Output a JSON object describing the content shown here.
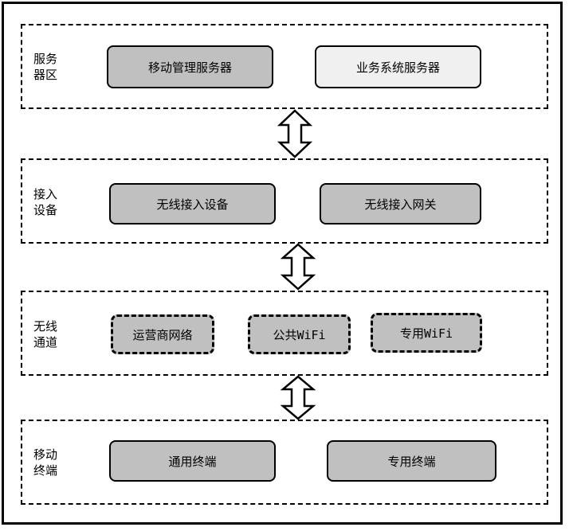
{
  "layers": [
    {
      "label": "服务\n器区",
      "nodes": [
        {
          "label": "移动管理服务器"
        },
        {
          "label": "业务系统服务器"
        }
      ]
    },
    {
      "label": "接入\n设备",
      "nodes": [
        {
          "label": "无线接入设备"
        },
        {
          "label": "无线接入网关"
        }
      ]
    },
    {
      "label": "无线\n通道",
      "nodes": [
        {
          "label": "运营商网络"
        },
        {
          "label": "公共WiFi"
        },
        {
          "label": "专用WiFi"
        }
      ]
    },
    {
      "label": "移动\n终端",
      "nodes": [
        {
          "label": "通用终端"
        },
        {
          "label": "专用终端"
        }
      ]
    }
  ],
  "colors": {
    "node_fill": "#c0c0c0",
    "node_fill_light": "#f0f0f0",
    "stroke": "#000000"
  }
}
